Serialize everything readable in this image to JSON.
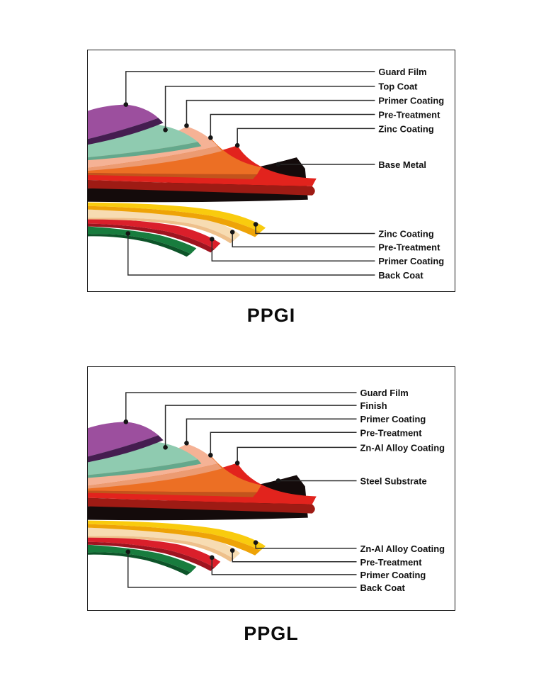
{
  "background": "#ffffff",
  "frame_color": "#1b1b1b",
  "text_color": "#111111",
  "leader": {
    "line_color": "#2b2b2b",
    "dot_color": "#151515"
  },
  "diagrams": [
    {
      "id": "ppgi",
      "title": "PPGI",
      "top_labels": [
        "Guard Film",
        "Top Coat",
        "Primer Coating",
        "Pre-Treatment",
        "Zinc Coating",
        "Base Metal"
      ],
      "bottom_labels": [
        "Zinc Coating",
        "Pre-Treatment",
        "Primer Coating",
        "Back Coat"
      ]
    },
    {
      "id": "ppgl",
      "title": "PPGL",
      "top_labels": [
        "Guard Film",
        "Finish",
        "Primer Coating",
        "Pre-Treatment",
        "Zn-Al Alloy Coating",
        "Steel Substrate"
      ],
      "bottom_labels": [
        "Zn-Al Alloy Coating",
        "Pre-Treatment",
        "Primer Coating",
        "Back Coat"
      ]
    }
  ],
  "layer_colors": {
    "guard_film": {
      "face": "#9c4f9e",
      "edge": "#451d50"
    },
    "top_finish_coat": {
      "face": "#8fcbb0",
      "edge": "#64a88c"
    },
    "primer_coating": {
      "face": "#f5b295",
      "edge": "#ec9b72"
    },
    "pre_treatment": {
      "face": "#ec6f24",
      "edge": "#c2541c"
    },
    "metal_coating_top": {
      "face": "#e2231d",
      "edge": "#9e1b14"
    },
    "base_metal": {
      "face": "#140b0b",
      "edge": "#140b0b"
    },
    "metal_coating_bottom": {
      "face": "#f9cb0e",
      "edge": "#eea307"
    },
    "pre_treatment_bottom": {
      "face": "#f7dcb2",
      "edge": "#eec08b"
    },
    "primer_coating_bottom": {
      "face": "#da1f2b",
      "edge": "#9f1420"
    },
    "back_coat": {
      "face": "#187c3e",
      "edge": "#0d5429"
    }
  }
}
